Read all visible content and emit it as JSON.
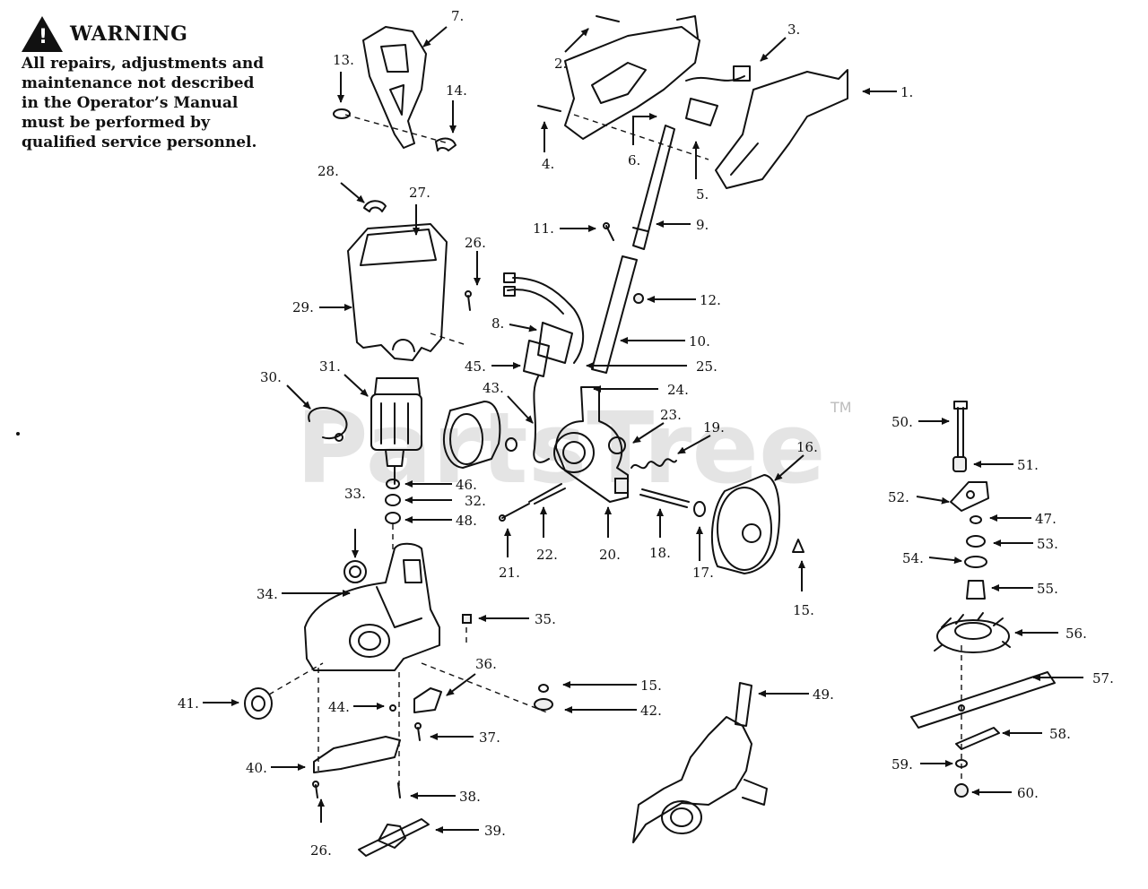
{
  "warning": {
    "title": "WARNING",
    "body": "All repairs, adjustments and maintenance not described in the Operator’s Manual must be performed by qualified service personnel.",
    "icon": "warning-triangle-icon"
  },
  "watermark": {
    "text": "PartsTree",
    "tm": "TM"
  },
  "callouts": [
    "1.",
    "2.",
    "3.",
    "4.",
    "5.",
    "6.",
    "7.",
    "8.",
    "9.",
    "10.",
    "11.",
    "12.",
    "13.",
    "14.",
    "15.",
    "16.",
    "17.",
    "18.",
    "19.",
    "20.",
    "21.",
    "22.",
    "23.",
    "24.",
    "25.",
    "26.",
    "27.",
    "28.",
    "29.",
    "30.",
    "31.",
    "32.",
    "33.",
    "34.",
    "35.",
    "36.",
    "37.",
    "38.",
    "39.",
    "40.",
    "41.",
    "42.",
    "43.",
    "44.",
    "45.",
    "46.",
    "47.",
    "48.",
    "49.",
    "50.",
    "51.",
    "52.",
    "53.",
    "54.",
    "55.",
    "56.",
    "57.",
    "58.",
    "59.",
    "60."
  ],
  "extra_callouts": {
    "part15_second": "15.",
    "part26_second": "26."
  }
}
